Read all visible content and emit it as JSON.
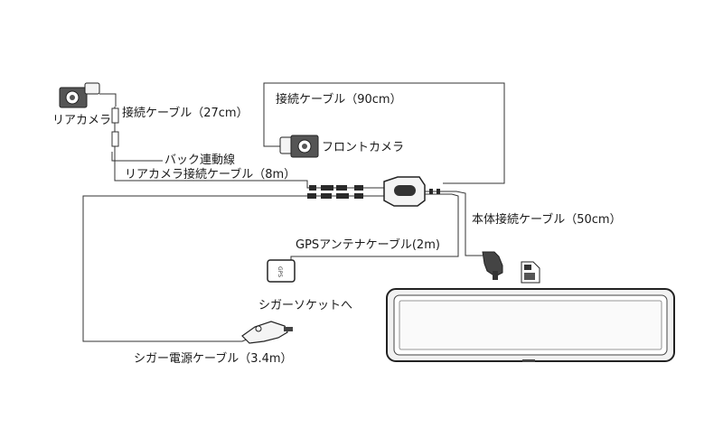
{
  "labels": {
    "rear_camera": "リアカメラ",
    "connect_cable_27": "接続ケーブル（27cm）",
    "reverse_wire": "バック連動線",
    "rear_camera_cable_8m": "リアカメラ接続ケーブル（8m）",
    "connect_cable_90": "接続ケーブル（90cm）",
    "front_camera": "フロントカメラ",
    "main_unit_cable_50": "本体接続ケーブル（50cm）",
    "gps_cable": "GPSアンテナケーブル(2m)",
    "gps_module_text": "GPS",
    "to_cigar_socket": "シガーソケットへ",
    "cigar_power_cable": "シガー電源ケーブル（3.4m）"
  },
  "colors": {
    "line": "#333333",
    "device_fill": "#f2f2f2",
    "camera_body": "#555555",
    "lens": "#ffffff"
  }
}
